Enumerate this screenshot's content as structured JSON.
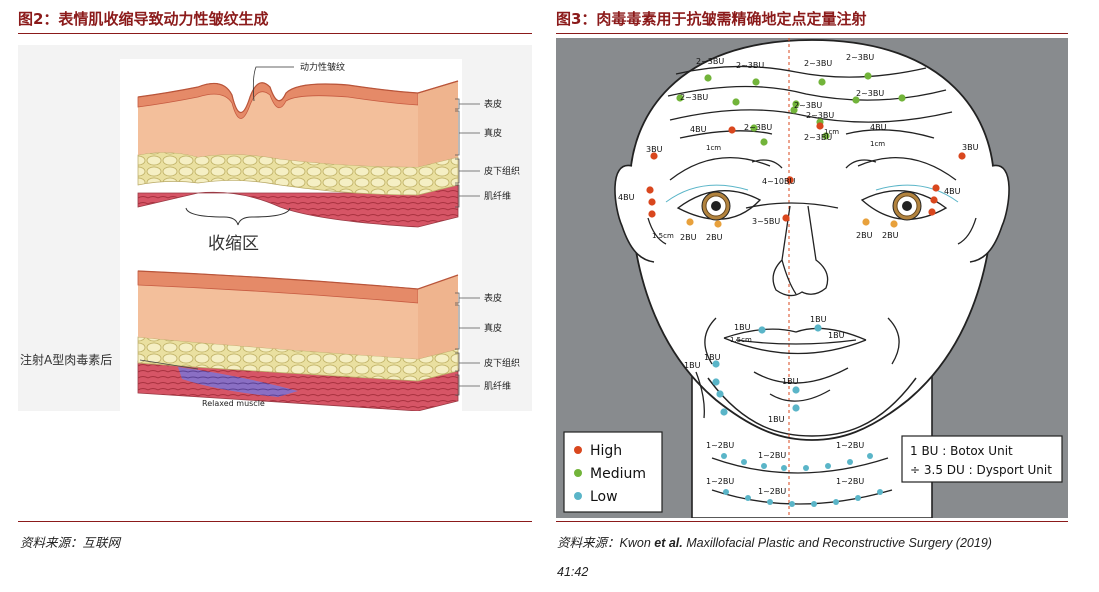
{
  "fig2": {
    "title": "图2：表情肌收缩导致动力性皱纹生成",
    "source": "资料来源：互联网",
    "top": {
      "wrinkle": "动力性皱纹",
      "epidermis": "表皮",
      "dermis": "真皮",
      "subcutis": "皮下组织",
      "muscle": "肌纤维",
      "contraction": "收缩区"
    },
    "bottom": {
      "epidermis": "表皮",
      "dermis": "真皮",
      "subcutis": "皮下组织",
      "muscle": "肌纤维",
      "injection": "注射A型肉毒素后",
      "relaxed": "Relaxed muscle"
    }
  },
  "fig3": {
    "title": "图3：肉毒毒素用于抗皱需精确地定点定量注射",
    "source_prefix": "资料来源：",
    "source_authors": "Kwon ",
    "source_etal": "et al.",
    "source_journal": " Maxillofacial Plastic and Reconstructive Surgery (2019)",
    "source_line2": "41:42",
    "legend": {
      "high": "High",
      "medium": "Medium",
      "low": "Low"
    },
    "units": {
      "line1": "1 BU : Botox Unit",
      "line2": "÷ 3.5 DU : Dysport Unit"
    },
    "labels": {
      "f1": "2~3BU",
      "f2": "2~3BU",
      "f3": "2~3BU",
      "f4": "2~3BU",
      "f5": "2~3BU",
      "f6": "2~3BU",
      "f7": "2~3BU",
      "f8": "2~3BU",
      "g1": "4BU",
      "g2": "2~3BU",
      "g3": "2~3BU",
      "g4": "4BU",
      "b1": "3BU",
      "b2": "3BU",
      "c1": "1cm",
      "c2": "1cm",
      "c3": "1cm",
      "p1": "4~10BU",
      "e1": "4BU",
      "e2": "4BU",
      "u1": "2BU",
      "u2": "2BU",
      "u3": "2BU",
      "u4": "2BU",
      "n1": "3~5BU",
      "m15": "1.5cm",
      "l1": "1BU",
      "l2": "1BU",
      "l3": "1BU",
      "l4": "1BU",
      "l5": "1BU",
      "l6": "1BU",
      "l7": "1BU",
      "lcm": "1.5cm",
      "k1": "1~2BU",
      "k2": "1~2BU",
      "k3": "1~2BU",
      "k4": "1~2BU",
      "k5": "1~2BU",
      "k6": "1~2BU"
    },
    "colors": {
      "high": "#d9471e",
      "medium": "#72b43a",
      "low": "#5ab5c8"
    }
  }
}
